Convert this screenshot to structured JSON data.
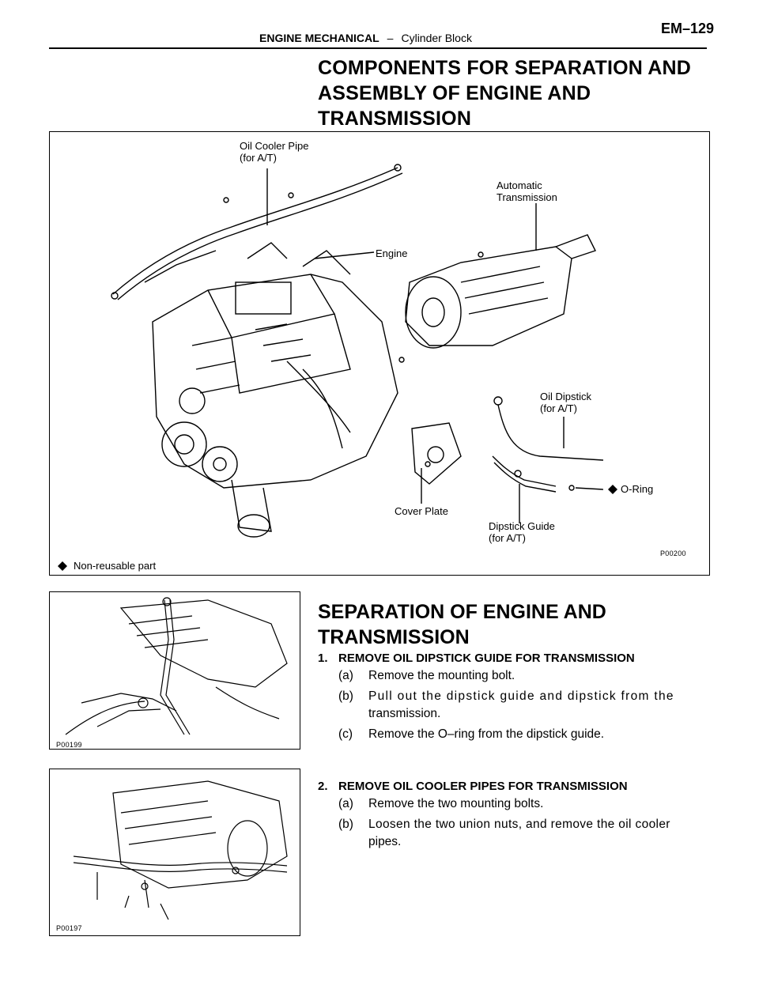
{
  "header": {
    "section": "ENGINE MECHANICAL",
    "dash": "–",
    "subsection": "Cylinder Block",
    "page_number": "EM–129"
  },
  "components": {
    "title": "COMPONENTS FOR SEPARATION AND ASSEMBLY OF ENGINE AND TRANSMISSION",
    "figure_code": "P00200",
    "labels": {
      "oil_cooler_pipe": "Oil Cooler Pipe",
      "oil_cooler_pipe_sub": "(for A/T)",
      "automatic_transmission": "Automatic",
      "automatic_transmission_sub": "Transmission",
      "engine": "Engine",
      "oil_dipstick": "Oil Dipstick",
      "oil_dipstick_sub": "(for A/T)",
      "o_ring": "O-Ring",
      "cover_plate": "Cover Plate",
      "dipstick_guide": "Dipstick Guide",
      "dipstick_guide_sub": "(for A/T)"
    },
    "legend": "Non-reusable part"
  },
  "separation": {
    "title": "SEPARATION OF ENGINE AND TRANSMISSION",
    "steps": [
      {
        "number": "1.",
        "heading": "REMOVE OIL DIPSTICK GUIDE FOR TRANSMISSION",
        "figure_code": "P00199",
        "substeps": [
          {
            "marker": "(a)",
            "text": "Remove the mounting bolt."
          },
          {
            "marker": "(b)",
            "text": "Pull out the dipstick guide and dipstick from the",
            "text2": "transmission."
          },
          {
            "marker": "(c)",
            "text": "Remove the O–ring from the dipstick guide."
          }
        ]
      },
      {
        "number": "2.",
        "heading": "REMOVE OIL COOLER PIPES FOR TRANSMISSION",
        "figure_code": "P00197",
        "substeps": [
          {
            "marker": "(a)",
            "text": "Remove the two mounting bolts."
          },
          {
            "marker": "(b)",
            "text": "Loosen the two union nuts, and remove the oil cooler",
            "text2": "pipes."
          }
        ]
      }
    ]
  }
}
